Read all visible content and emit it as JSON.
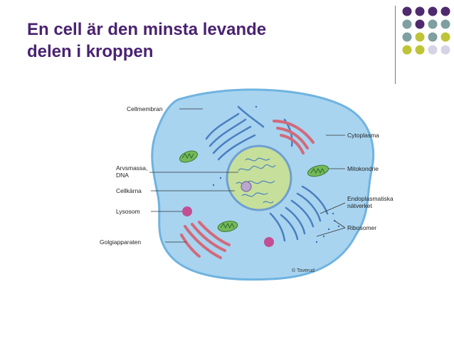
{
  "slide": {
    "title_line1": "En cell är den minsta levande",
    "title_line2": "delen i kroppen"
  },
  "decor": {
    "dot_colors": {
      "purple": "#4e2a6e",
      "teal": "#7f9fa0",
      "olive": "#bfc437",
      "lavender": "#d6d3e6"
    },
    "dot_grid": [
      [
        "purple",
        "purple",
        "purple",
        "purple"
      ],
      [
        "teal",
        "purple",
        "teal",
        "teal"
      ],
      [
        "teal",
        "olive",
        "teal",
        "olive"
      ],
      [
        "olive",
        "olive",
        "lavender",
        "lavender"
      ]
    ]
  },
  "diagram": {
    "labels": {
      "cellmembran": "Cellmembran",
      "arvsmassa_1": "Arvsmassa,",
      "arvsmassa_2": "DNA",
      "cellkarna": "Cellkärna",
      "lysosom": "Lysosom",
      "golgi": "Golgiapparaten",
      "cytoplasma": "Cytoplasma",
      "mitokondrie": "Mitokondrie",
      "er_1": "Endoplasmatiska",
      "er_2": "nätverket",
      "ribosomer": "Ribosomer"
    },
    "copyright": "© Toverud",
    "colors": {
      "cell_fill": "#a8d4f0",
      "cell_edge": "#6fb3e0",
      "nucleus_fill": "#c6df9a",
      "nucleus_edge": "#6f9fcf",
      "er_blue": "#4a7fc0",
      "golgi_red": "#d26a7a",
      "mito_green": "#74b85a",
      "lysosome": "#c24f93"
    }
  }
}
